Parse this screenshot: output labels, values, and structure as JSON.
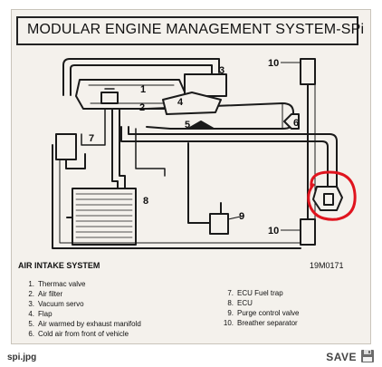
{
  "title": "MODULAR ENGINE MANAGEMENT SYSTEM-SPi",
  "caption": "AIR INTAKE SYSTEM",
  "figure_code": "19M0171",
  "callouts": [
    "1",
    "2",
    "3",
    "4",
    "5",
    "6",
    "7",
    "8",
    "9",
    "10",
    "10"
  ],
  "legend_left": [
    {
      "num": "1.",
      "text": "Thermac valve"
    },
    {
      "num": "2.",
      "text": "Air filter"
    },
    {
      "num": "3.",
      "text": "Vacuum servo"
    },
    {
      "num": "4.",
      "text": "Flap"
    },
    {
      "num": "5.",
      "text": "Air warmed by exhaust manifold"
    },
    {
      "num": "6.",
      "text": "Cold air from front of vehicle"
    }
  ],
  "legend_right": [
    {
      "num": "7.",
      "text": "ECU Fuel trap"
    },
    {
      "num": "8.",
      "text": "ECU"
    },
    {
      "num": "9.",
      "text": "Purge control valve"
    },
    {
      "num": "10.",
      "text": "Breather separator"
    }
  ],
  "footer": {
    "filename": "spi.jpg",
    "save_label": "SAVE"
  },
  "colors": {
    "ink": "#1a1a1a",
    "highlight_circle": "#e0141e",
    "paper": "#f4f1ec"
  },
  "icons": [
    "floppy-disk-icon"
  ]
}
